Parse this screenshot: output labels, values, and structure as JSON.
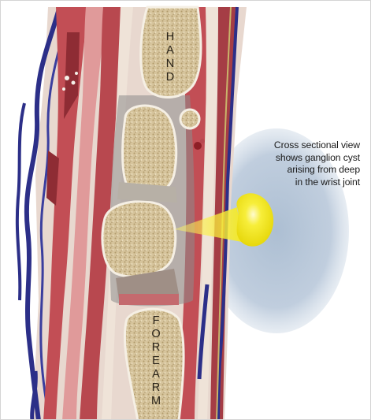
{
  "caption": {
    "lines": [
      "Cross sectional view",
      "shows ganglion cyst",
      "arising from deep",
      "in the wrist joint"
    ]
  },
  "labels": {
    "hand": [
      "H",
      "A",
      "N",
      "D"
    ],
    "forearm": [
      "F",
      "O",
      "R",
      "E",
      "A",
      "R",
      "M"
    ]
  },
  "colors": {
    "bone": "#d8c7a0",
    "bone_outline": "#f5efe4",
    "muscle": "#c24e55",
    "muscle_light": "#e09a9a",
    "tendon": "#efe3d8",
    "vein": "#2c2f88",
    "cyst": "#f1e61a",
    "halo": "#aebfd2"
  }
}
